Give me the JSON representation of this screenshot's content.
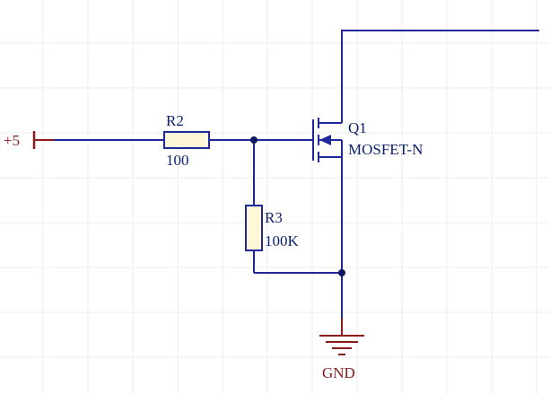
{
  "colors": {
    "wire": "#1f2a9a",
    "component": "#1f2a9a",
    "component_fill": "#fff8d8",
    "junction": "#0e1660",
    "power": "#8b1a1a",
    "text_blue": "#0a1f6e",
    "text_red": "#8b1a1a",
    "grid": "#eeeeee"
  },
  "power": {
    "supply_label": "+5",
    "ground_label": "GND"
  },
  "components": {
    "r2": {
      "designator": "R2",
      "value": "100"
    },
    "r3": {
      "designator": "R3",
      "value": "100K"
    },
    "q1": {
      "designator": "Q1",
      "value": "MOSFET-N"
    }
  },
  "icons": {
    "supply": "power-port-bar-icon",
    "ground": "ground-symbol-icon",
    "resistor": "resistor-icon",
    "mosfet": "n-mosfet-icon",
    "junction": "junction-dot-icon"
  }
}
